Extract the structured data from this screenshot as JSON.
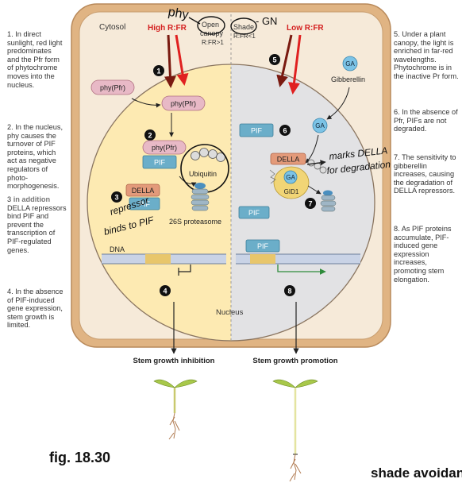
{
  "left_notes": [
    {
      "num": "1.",
      "text": "In direct sunlight, red light predominates and the Pfr form of phytochrome moves into the nucleus."
    },
    {
      "num": "2.",
      "text": "In the nucleus, phy causes the turnover of PIF proteins, which act as negative regulators of photo-morphogenesis."
    },
    {
      "num": "3",
      "highlight": "in addition",
      "text": "DELLA repressors bind PIF and prevent the transcription of PIF-regulated genes."
    },
    {
      "num": "4.",
      "text": "In the absence of PIF-induced gene expression, stem growth is limited."
    }
  ],
  "right_notes": [
    {
      "num": "5.",
      "text": "Under a plant canopy, the light is enriched in far-red wavelengths. Phytochrome is in the inactive Pr form."
    },
    {
      "num": "6.",
      "text": "In the absence of Pfr, PIFs are not degraded."
    },
    {
      "num": "7.",
      "text": "The sensitivity to gibberellin increases, causing the degradation of DELLA repressors."
    },
    {
      "num": "8.",
      "text": "As PIF proteins accumulate, PIF-induced gene expression increases, promoting stem elongation."
    }
  ],
  "diagram": {
    "cytosol": "Cytosol",
    "nucleus": "Nucleus",
    "high_rfr": "High R:FR",
    "low_rfr": "Low R:FR",
    "open_canopy_1": "Open",
    "open_canopy_2": "canopy",
    "open_ratio": "R:FR>1",
    "shade": "Shade",
    "shade_ratio": "R:FR<1",
    "gibberellin": "Gibberellin",
    "ga": "GA",
    "phy_pfr": "phy(Pfr)",
    "pif": "PIF",
    "della": "DELLA",
    "ubiquitin": "Ubiquitin",
    "gid1": "GID1",
    "proteasome": "26S proteasome",
    "dna": "DNA",
    "steps": [
      "1",
      "2",
      "3",
      "4",
      "5",
      "6",
      "7",
      "8"
    ]
  },
  "outcomes": {
    "inhibition": "Stem growth inhibition",
    "promotion": "Stem growth promotion"
  },
  "handwritten": {
    "phy": "phy",
    "gn": "- GN",
    "repressor_1": "repressor",
    "repressor_2": "binds to PIF",
    "marks_1": "marks DELLA",
    "marks_2": "for degradation"
  },
  "fig_label": "fig. 18.30",
  "shade_title": "shade avoidance"
}
